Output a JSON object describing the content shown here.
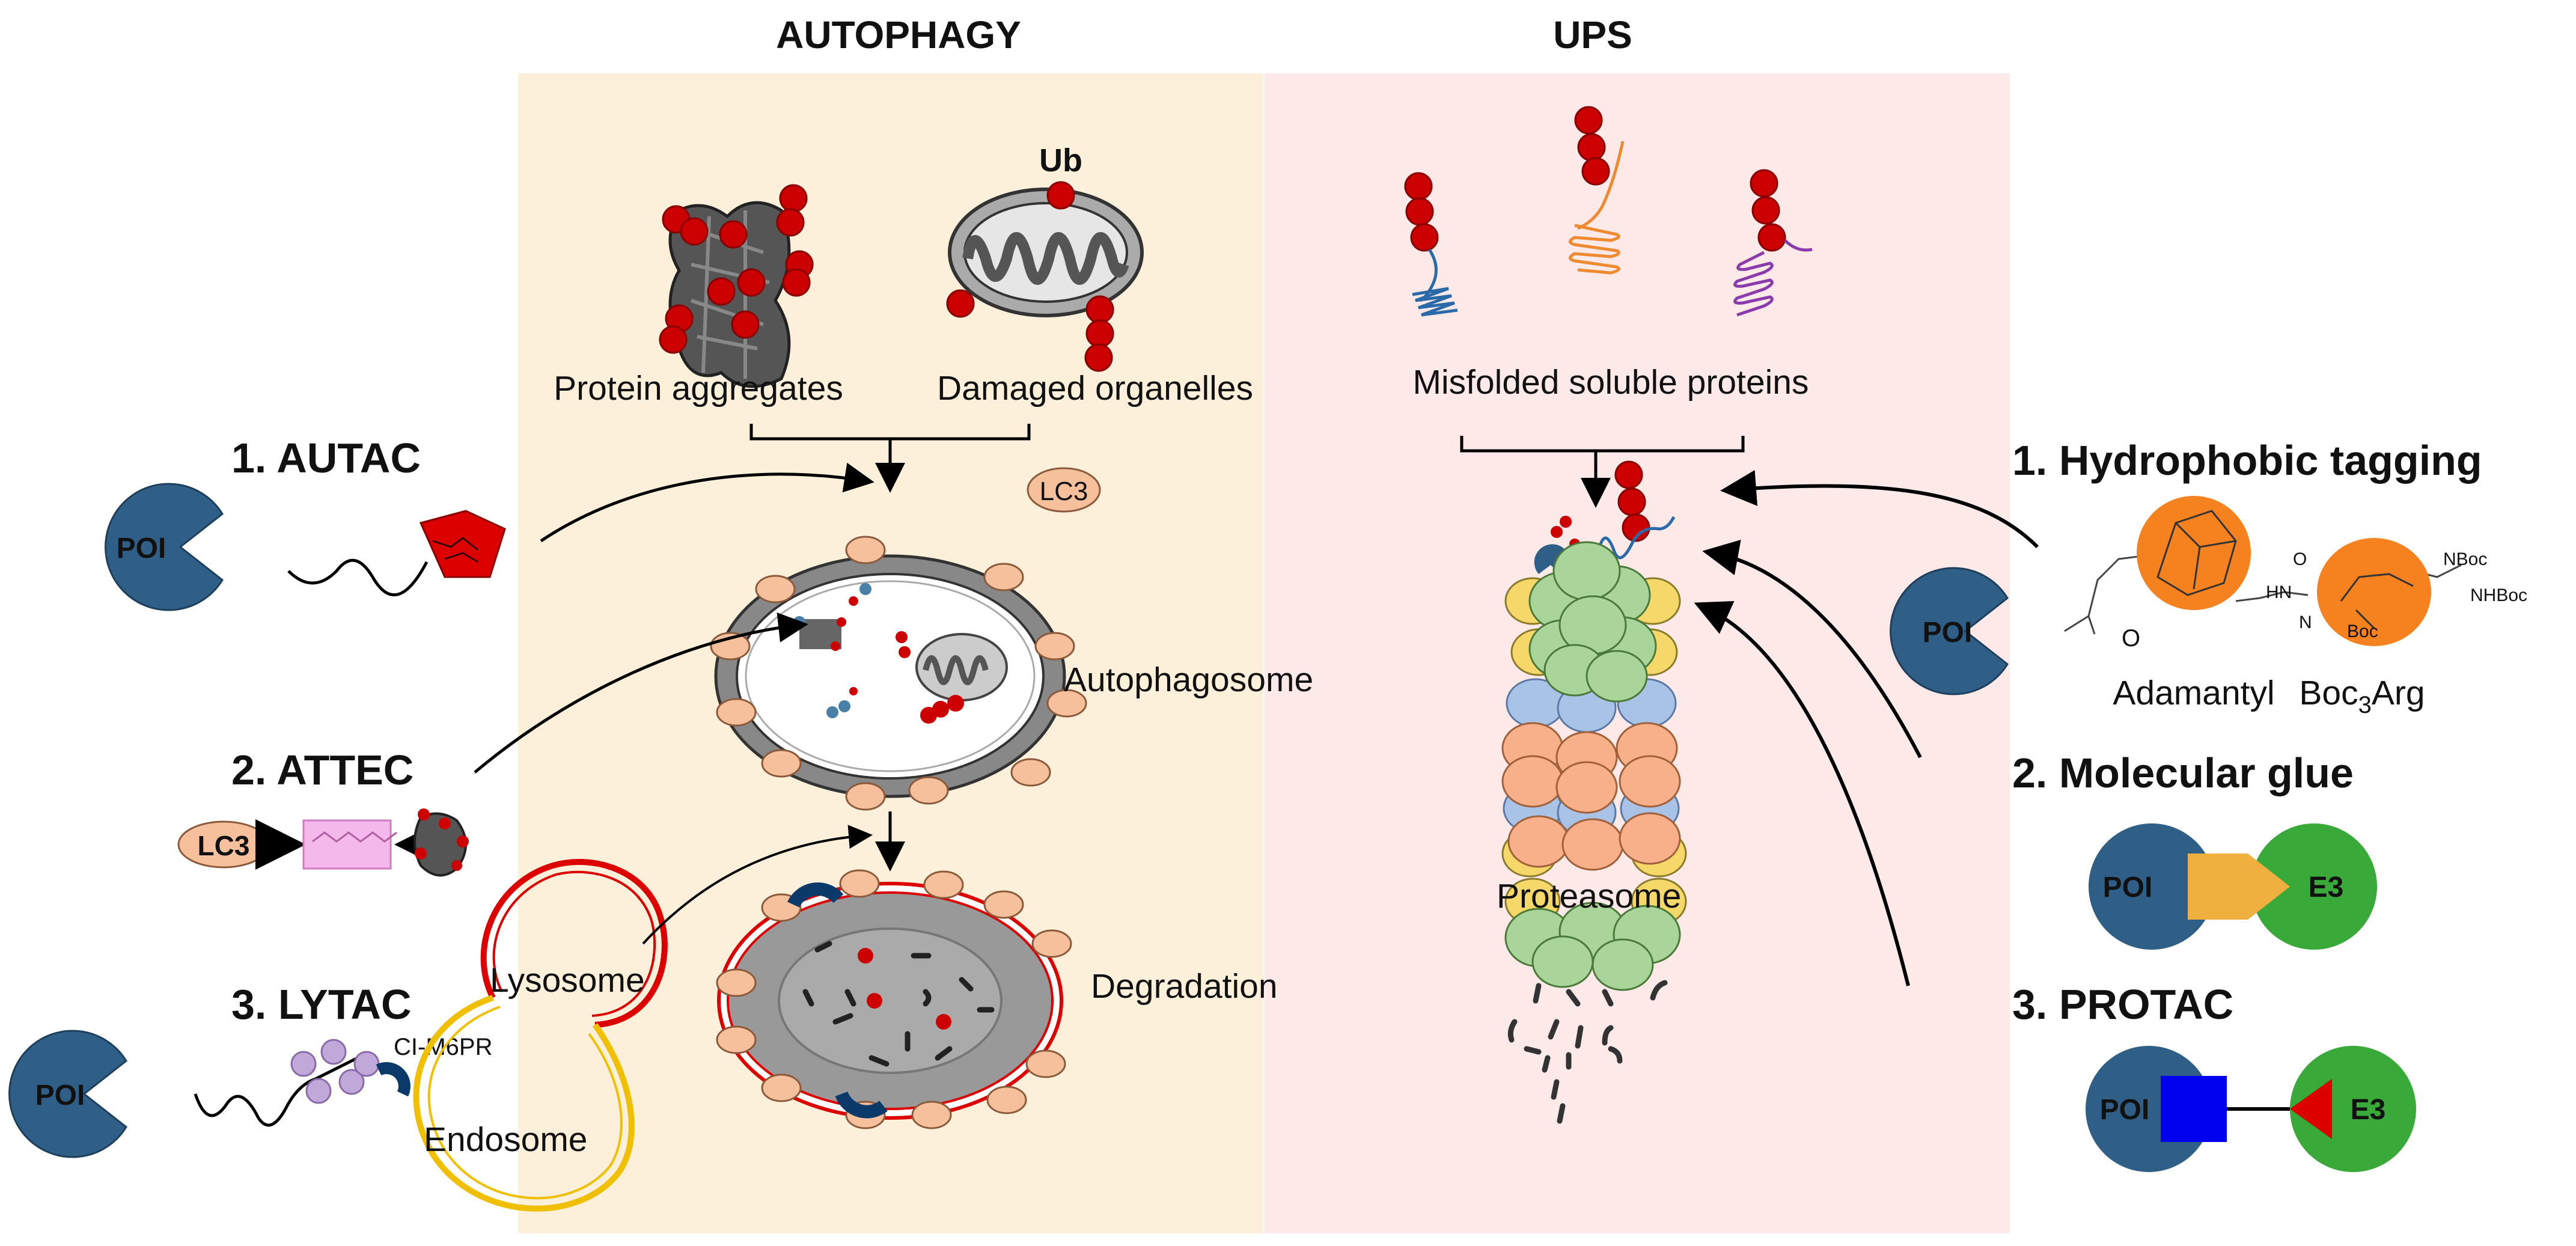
{
  "headers": {
    "autophagy": "AUTOPHAGY",
    "ups": "UPS"
  },
  "autophagy": {
    "substrate_protein": "Protein aggregates",
    "substrate_organelle": "Damaged organelles",
    "ub_label": "Ub",
    "lc3_tag": "LC3",
    "autophagosome": "Autophagosome",
    "degradation": "Degradation",
    "lysosome": "Lysosome",
    "endosome": "Endosome",
    "receptor": "CI-M6PR"
  },
  "ups": {
    "substrate": "Misfolded soluble proteins",
    "proteasome": "Proteasome"
  },
  "left_strategies": {
    "autac": "1. AUTAC",
    "attec": "2. ATTEC",
    "lytac": "3. LYTAC",
    "poi": "POI",
    "lc3": "LC3"
  },
  "right_strategies": {
    "hydrophobic": "1. Hydrophobic tagging",
    "glue": "2. Molecular glue",
    "protac": "3. PROTAC",
    "poi": "POI",
    "e3": "E3",
    "adamantyl": "Adamantyl",
    "boc3arg_base": "Boc",
    "boc3arg_sub": "3",
    "boc3arg_tail": "Arg",
    "nboc": "NBoc",
    "nhboc": "NHBoc",
    "boc": "Boc",
    "hn": "HN",
    "o": "O",
    "n_h": "N"
  },
  "colors": {
    "autophagy_bg": "#fdf0db",
    "ups_bg": "#fce9e8",
    "poi_blue": "#2f5f86",
    "ub_red": "#cc0000",
    "lc3_peach": "#f6c09c",
    "e3_green": "#39a939",
    "glue_orange": "#f0b040",
    "protac_blue": "#0000ee",
    "protac_red": "#dd0000",
    "adamantyl_orange": "#f5821f"
  }
}
